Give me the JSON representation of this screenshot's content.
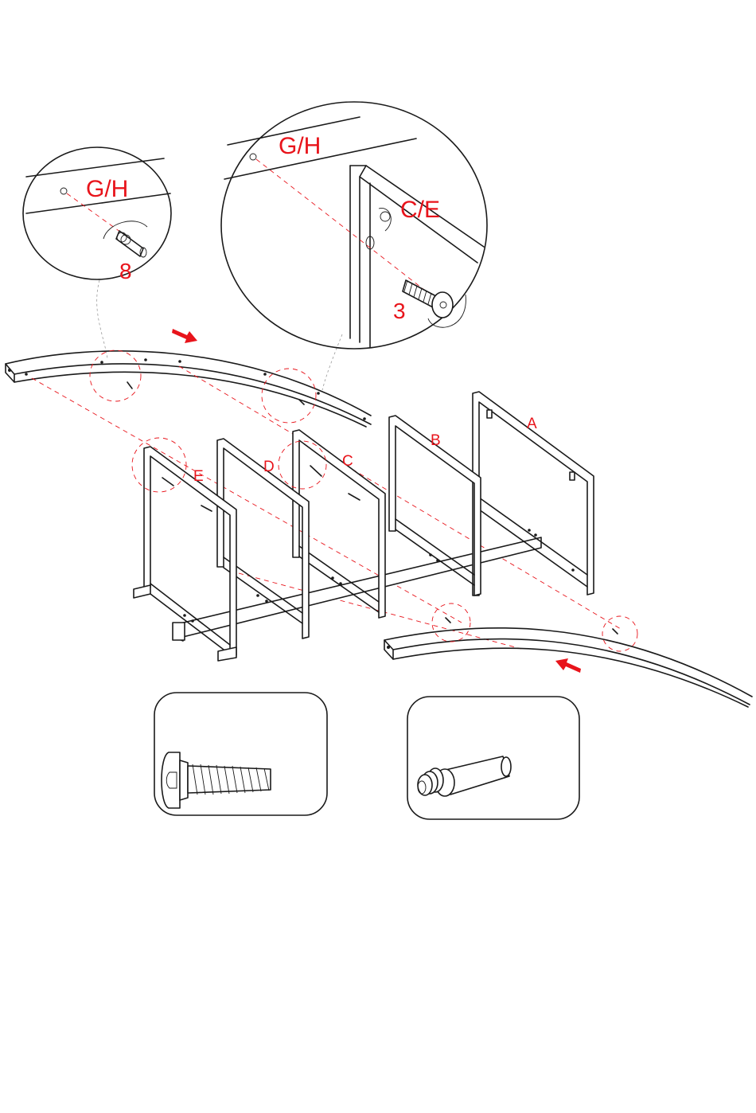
{
  "labels": {
    "part_a": "A",
    "part_b": "B",
    "part_c": "C",
    "part_d": "D",
    "part_e": "E",
    "detail_left_part": "G/H",
    "detail_left_hw": "8",
    "detail_right_part": "G/H",
    "detail_right_frame": "C/E",
    "detail_right_hw": "3"
  },
  "colors": {
    "annotation": "#e8141b",
    "line": "#1a1a1a",
    "background": "#ffffff"
  },
  "icons": {
    "bolt": "bolt-icon",
    "dowel": "dowel-icon",
    "arrow": "direction-arrow-icon"
  }
}
